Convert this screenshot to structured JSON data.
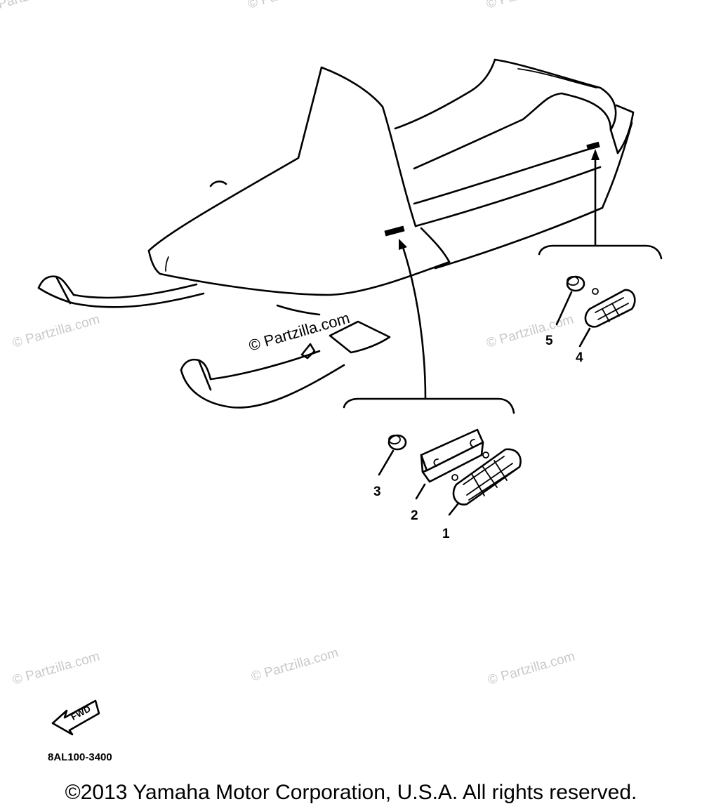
{
  "diagram": {
    "callouts": [
      "1",
      "2",
      "3",
      "4",
      "5"
    ],
    "watermark_text": "© Partzilla.com",
    "fwd_label": "FWD",
    "drawing_code": "8AL100-3400"
  },
  "footer": {
    "copyright": "©2013 Yamaha Motor Corporation, U.S.A. All rights reserved."
  },
  "icons": [
    "fwd-arrow-icon"
  ]
}
